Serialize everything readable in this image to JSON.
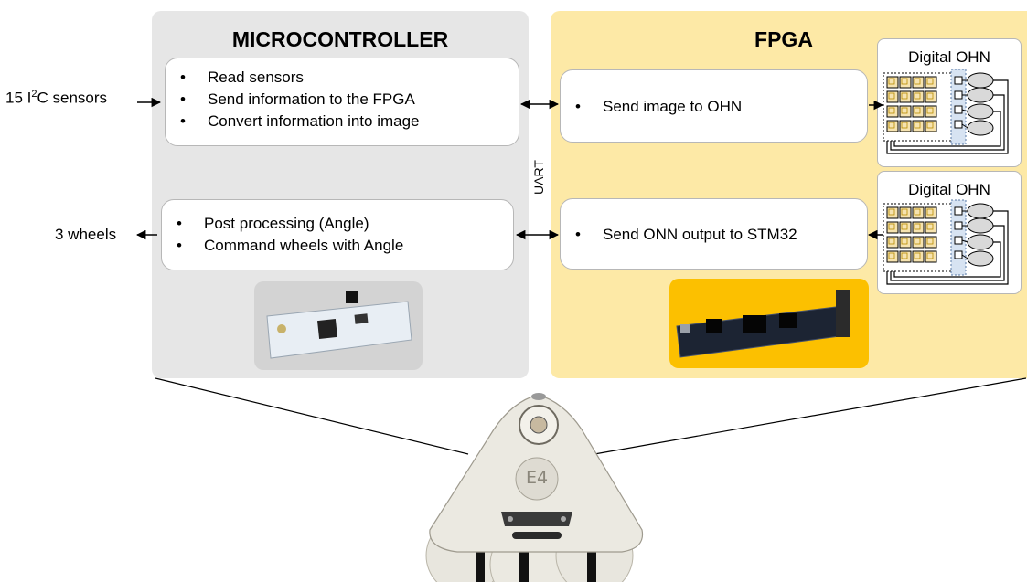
{
  "mcu": {
    "title": "MICROCONTROLLER",
    "box1_items": [
      "Read sensors",
      "Send information to the FPGA",
      "Convert information into image"
    ],
    "box2_items": [
      "Post processing (Angle)",
      "Command wheels with Angle"
    ]
  },
  "fpga": {
    "title": "FPGA",
    "box1_items": [
      "Send image to OHN"
    ],
    "box2_items": [
      "Send ONN output to STM32"
    ],
    "ohn_title_1": "Digital OHN",
    "ohn_title_2": "Digital OHN"
  },
  "inputs": {
    "sensors_prefix": "15 I",
    "sensors_sup": "2",
    "sensors_suffix": "C sensors",
    "wheels": "3 wheels"
  },
  "link_label": "UART",
  "robot": {
    "badge": "E4"
  },
  "colors": {
    "mcu_bg": "#e6e6e6",
    "fpga_bg": "#fde9a6",
    "fpga_board_bg": "#fcc000",
    "mcu_board_bg": "#d3d3d3"
  }
}
